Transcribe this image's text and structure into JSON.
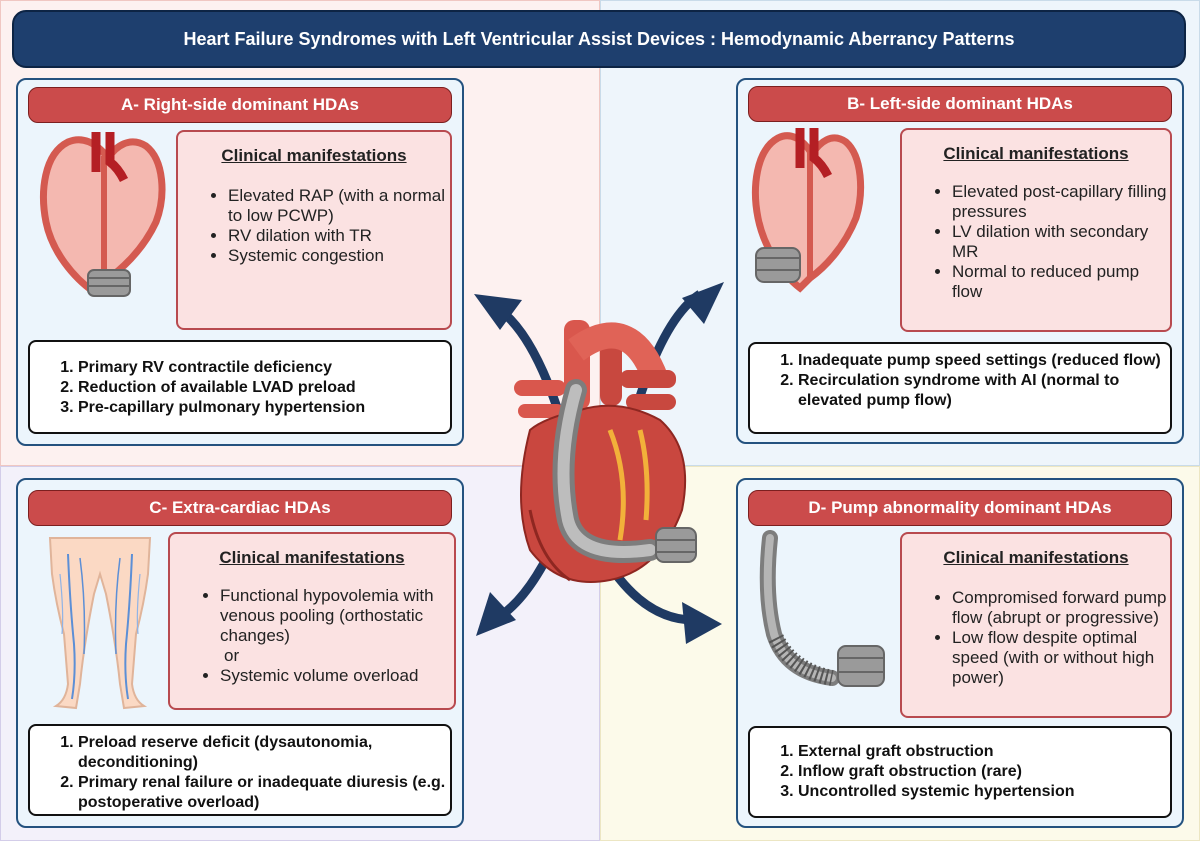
{
  "title": "Heart Failure Syndromes with Left Ventricular Assist Devices : Hemodynamic Aberrancy Patterns",
  "panels": {
    "a": {
      "header": "A- Right-side dominant HDAs",
      "clinical_title": "Clinical manifestations",
      "manifestations": [
        "Elevated RAP (with a normal to low PCWP)",
        "RV dilation with TR",
        "Systemic congestion"
      ],
      "causes": [
        "Primary RV contractile deficiency",
        "Reduction of available LVAD preload",
        "Pre-capillary pulmonary hypertension"
      ]
    },
    "b": {
      "header": "B- Left-side dominant HDAs",
      "clinical_title": "Clinical manifestations",
      "manifestations": [
        "Elevated post-capillary filling pressures",
        "LV dilation with secondary MR",
        "Normal to reduced pump flow"
      ],
      "causes": [
        "Inadequate pump speed settings (reduced flow)",
        "Recirculation syndrome with AI (normal to elevated pump flow)"
      ]
    },
    "c": {
      "header": "C- Extra-cardiac HDAs",
      "clinical_title": "Clinical manifestations",
      "manifestations": [
        "Functional hypovolemia with venous pooling (orthostatic changes)",
        "Systemic volume overload"
      ],
      "or_text": "or",
      "causes": [
        "Preload reserve deficit (dysautonomia, deconditioning)",
        "Primary renal failure or inadequate diuresis (e.g. postoperative overload)"
      ]
    },
    "d": {
      "header": "D- Pump abnormality dominant HDAs",
      "clinical_title": "Clinical manifestations",
      "manifestations": [
        "Compromised forward pump flow (abrupt or progressive)",
        "Low flow despite optimal speed (with or without high power)"
      ],
      "causes": [
        "External graft obstruction",
        "Inflow graft obstruction (rare)",
        "Uncontrolled systemic hypertension"
      ]
    }
  },
  "colors": {
    "title_bar": "#1e3f6e",
    "panel_header": "#cb4b4b",
    "clinical_box": "#fbe2e2",
    "panel_border": "#24527f",
    "arrow": "#1f3a63"
  },
  "icons": [
    "heart-with-lvad-icon",
    "heart-cross-section-icon",
    "legs-venous-icon",
    "lvad-pump-cannula-icon",
    "curved-arrow-icon"
  ]
}
